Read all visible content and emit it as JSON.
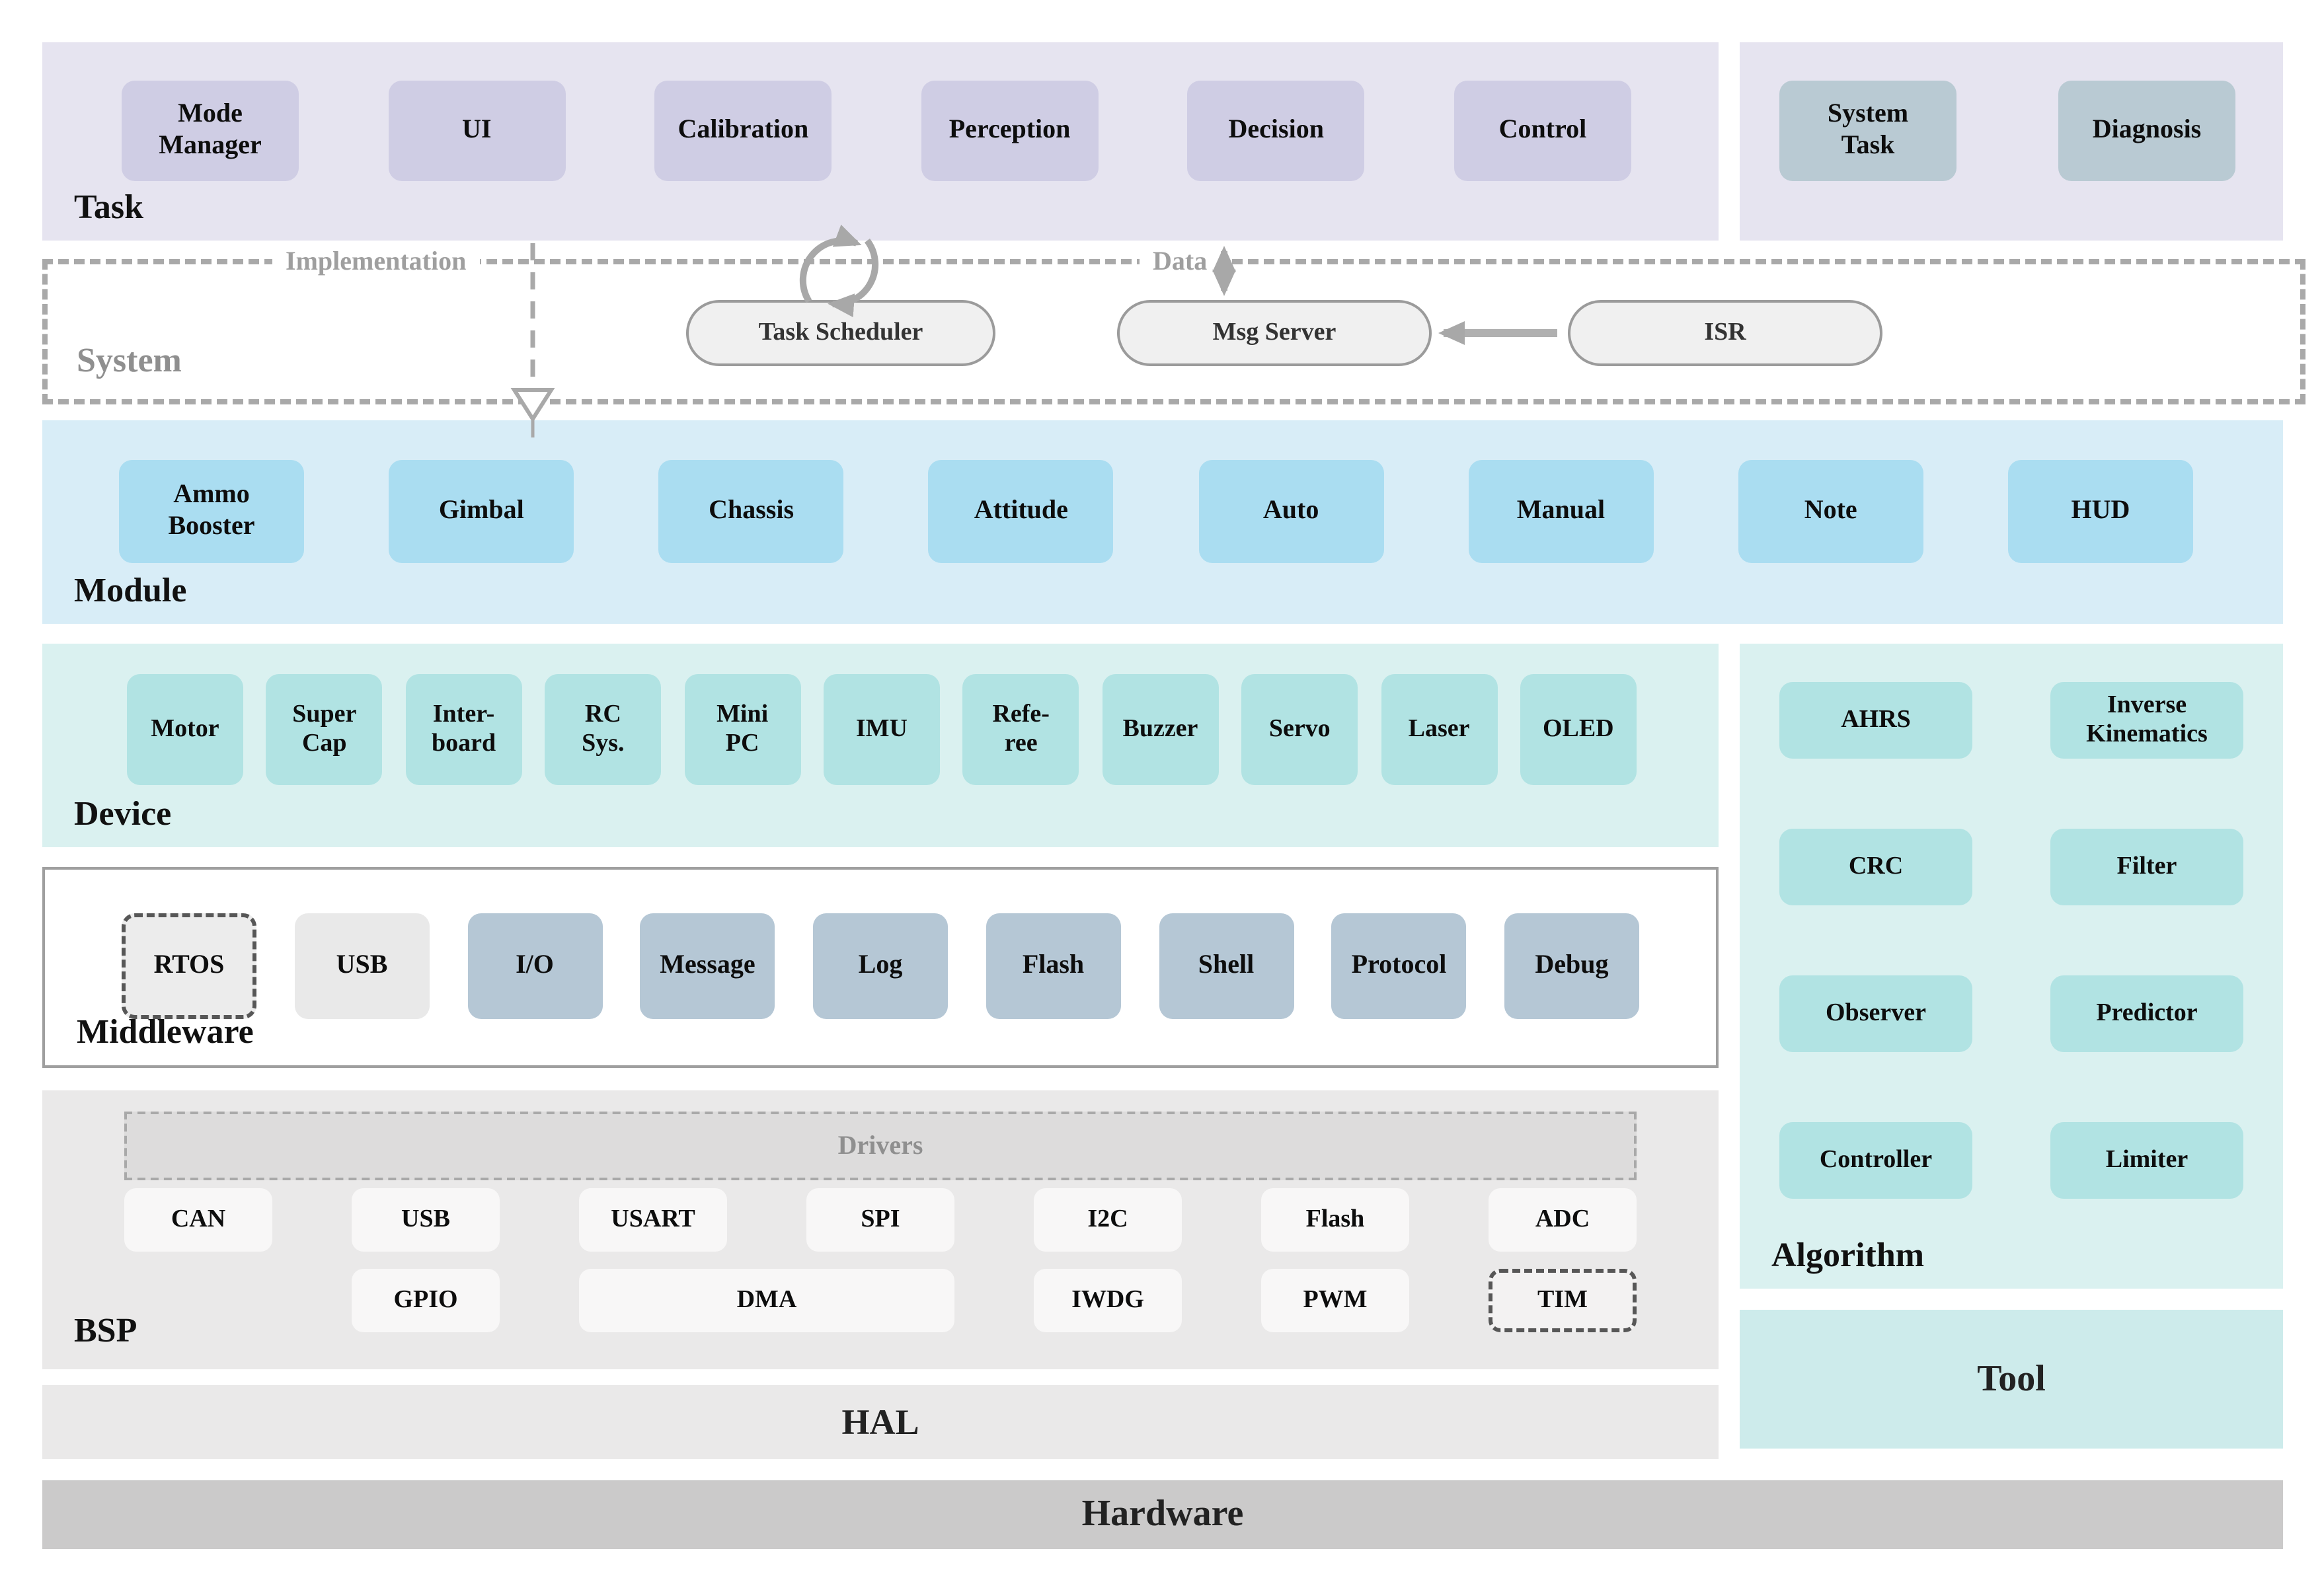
{
  "layers": {
    "task": {
      "label": "Task",
      "items": [
        "Mode\nManager",
        "UI",
        "Calibration",
        "Perception",
        "Decision",
        "Control"
      ],
      "right_items": [
        "System\nTask",
        "Diagnosis"
      ]
    },
    "system": {
      "label": "System",
      "implementation_label": "Implementation",
      "data_label": "Data",
      "nodes": [
        "Task Scheduler",
        "Msg Server",
        "ISR"
      ]
    },
    "module": {
      "label": "Module",
      "items": [
        "Ammo\nBooster",
        "Gimbal",
        "Chassis",
        "Attitude",
        "Auto",
        "Manual",
        "Note",
        "HUD"
      ]
    },
    "device": {
      "label": "Device",
      "items": [
        "Motor",
        "Super\nCap",
        "Inter-\nboard",
        "RC\nSys.",
        "Mini\nPC",
        "IMU",
        "Refe-\nree",
        "Buzzer",
        "Servo",
        "Laser",
        "OLED"
      ]
    },
    "middleware": {
      "label": "Middleware",
      "items": [
        "RTOS",
        "USB",
        "I/O",
        "Message",
        "Log",
        "Flash",
        "Shell",
        "Protocol",
        "Debug"
      ]
    },
    "bsp": {
      "label": "BSP",
      "drivers_label": "Drivers",
      "row1": [
        "CAN",
        "USB",
        "USART",
        "SPI",
        "I2C",
        "Flash",
        "ADC"
      ],
      "row2": [
        "GPIO",
        "DMA",
        "IWDG",
        "PWM",
        "TIM"
      ]
    },
    "hal": {
      "label": "HAL"
    },
    "hardware": {
      "label": "Hardware"
    },
    "algorithm": {
      "label": "Algorithm",
      "items": [
        "AHRS",
        "Inverse\nKinematics",
        "CRC",
        "Filter",
        "Observer",
        "Predictor",
        "Controller",
        "Limiter"
      ]
    },
    "tool": {
      "label": "Tool"
    }
  },
  "colors": {
    "task_bg": "#e6e4f0",
    "task_box": "#cfcde4",
    "task_right_box": "#b9cad3",
    "module_bg": "#d8edf7",
    "module_box": "#aaddf1",
    "device_bg": "#daf1f0",
    "device_box": "#b1e3e3",
    "middleware_box": "#b5c7d5",
    "middleware_neutral_box": "#e9e9e9",
    "bsp_bg": "#eae9e9",
    "bsp_box": "#f8f7f7",
    "drivers_bar": "#dddcdc",
    "hal_bg": "#eae9e9",
    "hardware_bg": "#cbcaca",
    "algorithm_bg": "#daf1f0",
    "algorithm_box": "#b1e3e3",
    "tool_bg": "#cdebeb",
    "node_bg": "#f0f0f0",
    "dashed_border": "#a9a9a9",
    "arrow": "#a8a8a8"
  }
}
